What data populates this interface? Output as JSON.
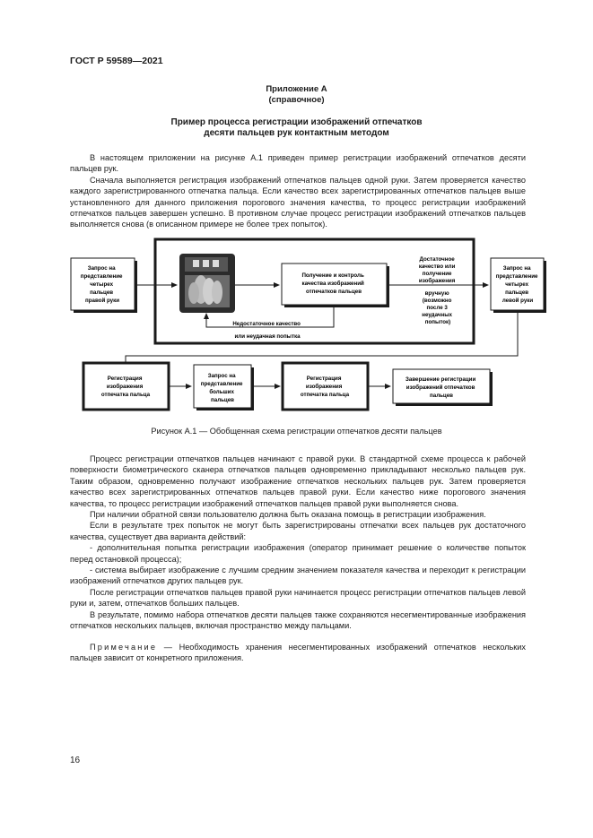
{
  "header": {
    "standard": "ГОСТ Р 59589—2021"
  },
  "appendix": {
    "title": "Приложение А",
    "subtitle": "(справочное)"
  },
  "section_title": {
    "line1": "Пример процесса регистрации изображений отпечатков",
    "line2": "десяти пальцев рук контактным методом"
  },
  "intro_paragraphs": [
    "В настоящем приложении на рисунке А.1 приведен пример регистрации изображений отпечатков десяти пальцев рук.",
    "Сначала выполняется регистрация изображений отпечатков пальцев одной руки. Затем проверяется качество каждого зарегистрированного отпечатка пальца. Если качество всех зарегистрированных отпечатков пальцев выше установленного для данного приложения порогового значения качества, то процесс регистрации изображений отпечатков пальцев завершен успешно. В противном случае процесс регистрации изображений отпечатков пальцев выполняется снова (в описанном примере не более трех попыток)."
  ],
  "diagram": {
    "request_right": [
      "Запрос на",
      "представление",
      "четырех",
      "пальцев",
      "правой руки"
    ],
    "get_control": [
      "Получение и контроль",
      "качества изображений",
      "отпечатков пальцев"
    ],
    "sufficient": [
      "Достаточное",
      "качество или",
      "получение",
      "изображения",
      "вручную",
      "(возможно",
      "после 3",
      "неудачных",
      "попыток)"
    ],
    "request_left": [
      "Запрос на",
      "представление",
      "четырех",
      "пальцев",
      "левой руки"
    ],
    "insufficient": [
      "Недостаточное качество",
      "или неудачная попытка"
    ],
    "reg_1": [
      "Регистрация",
      "изображения",
      "отпечатка пальца"
    ],
    "request_thumbs": [
      "Запрос на",
      "представление",
      "больших",
      "пальцев"
    ],
    "reg_2": [
      "Регистрация",
      "изображения",
      "отпечатка пальца"
    ],
    "finish": [
      "Завершение регистрации",
      "изображений отпечатков",
      "пальцев"
    ]
  },
  "figure_caption": "Рисунок А.1 — Обобщенная схема регистрации отпечатков десяти пальцев",
  "process_paragraphs": [
    "Процесс регистрации отпечатков пальцев начинают с правой руки. В стандартной схеме процесса к рабочей поверхности биометрического сканера отпечатков пальцев одновременно прикладывают несколько пальцев рук. Таким образом, одновременно получают изображение отпечатков нескольких пальцев рук. Затем проверяется качество всех зарегистрированных отпечатков пальцев правой руки. Если качество ниже порогового значения качества, то процесс регистрации изображений отпечатков пальцев правой руки выполняется снова.",
    "При наличии обратной связи пользователю должна быть оказана помощь в регистрации изображения.",
    "Если в результате трех попыток не могут быть зарегистрированы отпечатки всех пальцев рук достаточного качества, существует два варианта действий:",
    "- дополнительная попытка регистрации изображения (оператор принимает решение о количестве попыток перед остановкой процесса);",
    "- система выбирает изображение с лучшим средним значением показателя качества и переходит к регистрации изображений отпечатков других пальцев рук.",
    "После регистрации отпечатков пальцев правой руки начинается процесс регистрации отпечатков пальцев левой руки и, затем, отпечатков больших пальцев.",
    "В результате, помимо набора отпечатков десяти пальцев также сохраняются несегментированные изображения отпечатков нескольких пальцев, включая пространство между пальцами."
  ],
  "note": {
    "label": "Примечание",
    "text": " — Необходимость хранения несегментированных изображений отпечатков нескольких пальцев зависит от конкретного приложения."
  },
  "page_number": "16"
}
